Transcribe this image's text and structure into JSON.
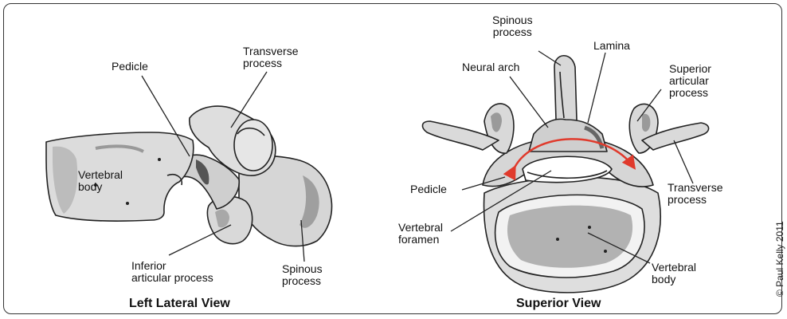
{
  "left_view": {
    "caption": "Left Lateral View",
    "labels": {
      "pedicle": "Pedicle",
      "transverse_process": "Transverse\nprocess",
      "vertebral_body": "Vertebral\nbody",
      "inferior_articular_process": "Inferior\narticular process",
      "spinous_process": "Spinous\nprocess"
    }
  },
  "superior_view": {
    "caption": "Superior View",
    "labels": {
      "spinous_process": "Spinous\nprocess",
      "lamina": "Lamina",
      "neural_arch": "Neural arch",
      "superior_articular_process": "Superior\narticular\nprocess",
      "transverse_process": "Transverse\nprocess",
      "pedicle": "Pedicle",
      "vertebral_foramen": "Vertebral\nforamen",
      "vertebral_body": "Vertebral\nbody"
    }
  },
  "copyright": "© Paul Kelly 2011",
  "colors": {
    "bone": "#dcdcdc",
    "bone_shadow": "#b8b8b8",
    "outline": "#222222",
    "arch_arrow": "#e03a2c"
  }
}
